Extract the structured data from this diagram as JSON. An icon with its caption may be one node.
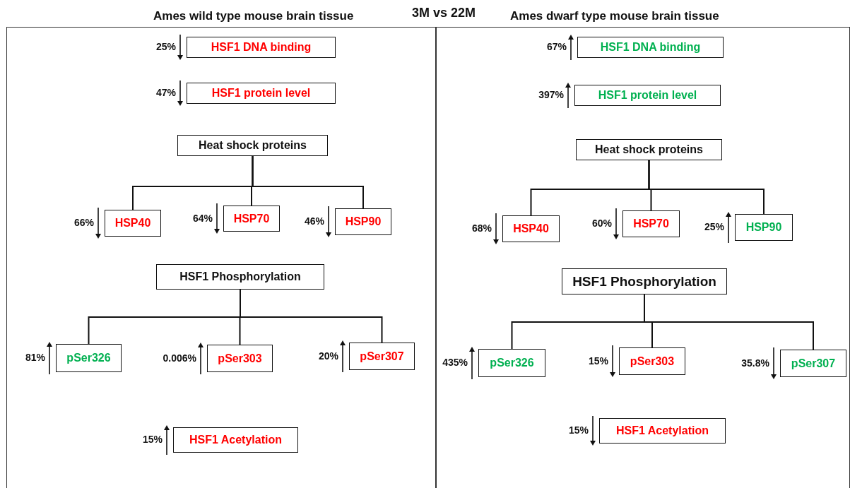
{
  "diagram": {
    "title": "3M vs 22M",
    "nodes": [
      {
        "text": [
          "Ames wild type mouse brain tissue"
        ]
      },
      {
        "text": [
          "HSF1 DNA binding"
        ],
        "in": 0,
        "beside": [
          "25%"
        ]
      },
      {
        "text": [
          "HSF1 protein level"
        ],
        "in": 0,
        "beside": [
          "47%"
        ]
      },
      {
        "text": [
          "Heat shock proteins"
        ],
        "in": 0
      },
      {
        "text": [
          "HSP40"
        ],
        "in": 0,
        "beside": [
          "66%"
        ]
      },
      {
        "text": [
          "HSP70"
        ],
        "in": 0,
        "beside": [
          "64%"
        ]
      },
      {
        "text": [
          "HSP90"
        ],
        "in": 0,
        "beside": [
          "46%"
        ]
      },
      {
        "text": [
          "HSF1 Phosphorylation"
        ],
        "in": 0
      },
      {
        "text": [
          "pSer326"
        ],
        "in": 0,
        "beside": [
          "81%"
        ]
      },
      {
        "text": [
          "pSer303"
        ],
        "in": 0,
        "beside": [
          "0.006%"
        ]
      },
      {
        "text": [
          "pSer307"
        ],
        "in": 0,
        "beside": [
          "20%"
        ]
      },
      {
        "text": [
          "HSF1 Acetylation"
        ],
        "in": 0,
        "beside": [
          "15%"
        ]
      },
      {
        "text": [
          "Ames dwarf type mouse brain tissue"
        ]
      },
      {
        "text": [
          "HSF1 DNA binding"
        ],
        "in": 12,
        "beside": [
          "67%"
        ]
      },
      {
        "text": [
          "HSF1 protein level"
        ],
        "in": 12,
        "beside": [
          "397%"
        ]
      },
      {
        "text": [
          "Heat shock proteins"
        ],
        "in": 12
      },
      {
        "text": [
          "HSP40"
        ],
        "in": 12,
        "beside": [
          "68%"
        ]
      },
      {
        "text": [
          "HSP70"
        ],
        "in": 12,
        "beside": [
          "60%"
        ]
      },
      {
        "text": [
          "HSP90"
        ],
        "in": 12,
        "beside": [
          "25%"
        ]
      },
      {
        "text": [
          "HSF1 Phosphorylation"
        ],
        "in": 12
      },
      {
        "text": [
          "pSer326"
        ],
        "in": 12,
        "beside": [
          "435%"
        ]
      },
      {
        "text": [
          "pSer303"
        ],
        "in": 12,
        "beside": [
          "15%"
        ]
      },
      {
        "text": [
          "pSer307"
        ],
        "in": 12,
        "beside": [
          "35.8%"
        ]
      },
      {
        "text": [
          "HSF1 Acetylation"
        ],
        "in": 12,
        "beside": [
          "15%"
        ]
      }
    ],
    "edges": [
      {
        "from": 3,
        "to": 4,
        "arrow": "none"
      },
      {
        "from": 3,
        "to": 5,
        "arrow": "none"
      },
      {
        "from": 3,
        "to": 6,
        "arrow": "none"
      },
      {
        "from": 7,
        "to": 8,
        "arrow": "none"
      },
      {
        "from": 7,
        "to": 9,
        "arrow": "none"
      },
      {
        "from": 7,
        "to": 10,
        "arrow": "none"
      },
      {
        "from": 15,
        "to": 16,
        "arrow": "none"
      },
      {
        "from": 15,
        "to": 17,
        "arrow": "none"
      },
      {
        "from": 15,
        "to": 18,
        "arrow": "none"
      },
      {
        "from": 19,
        "to": 20,
        "arrow": "none"
      },
      {
        "from": 19,
        "to": 21,
        "arrow": "none"
      },
      {
        "from": 19,
        "to": 22,
        "arrow": "none"
      }
    ]
  }
}
